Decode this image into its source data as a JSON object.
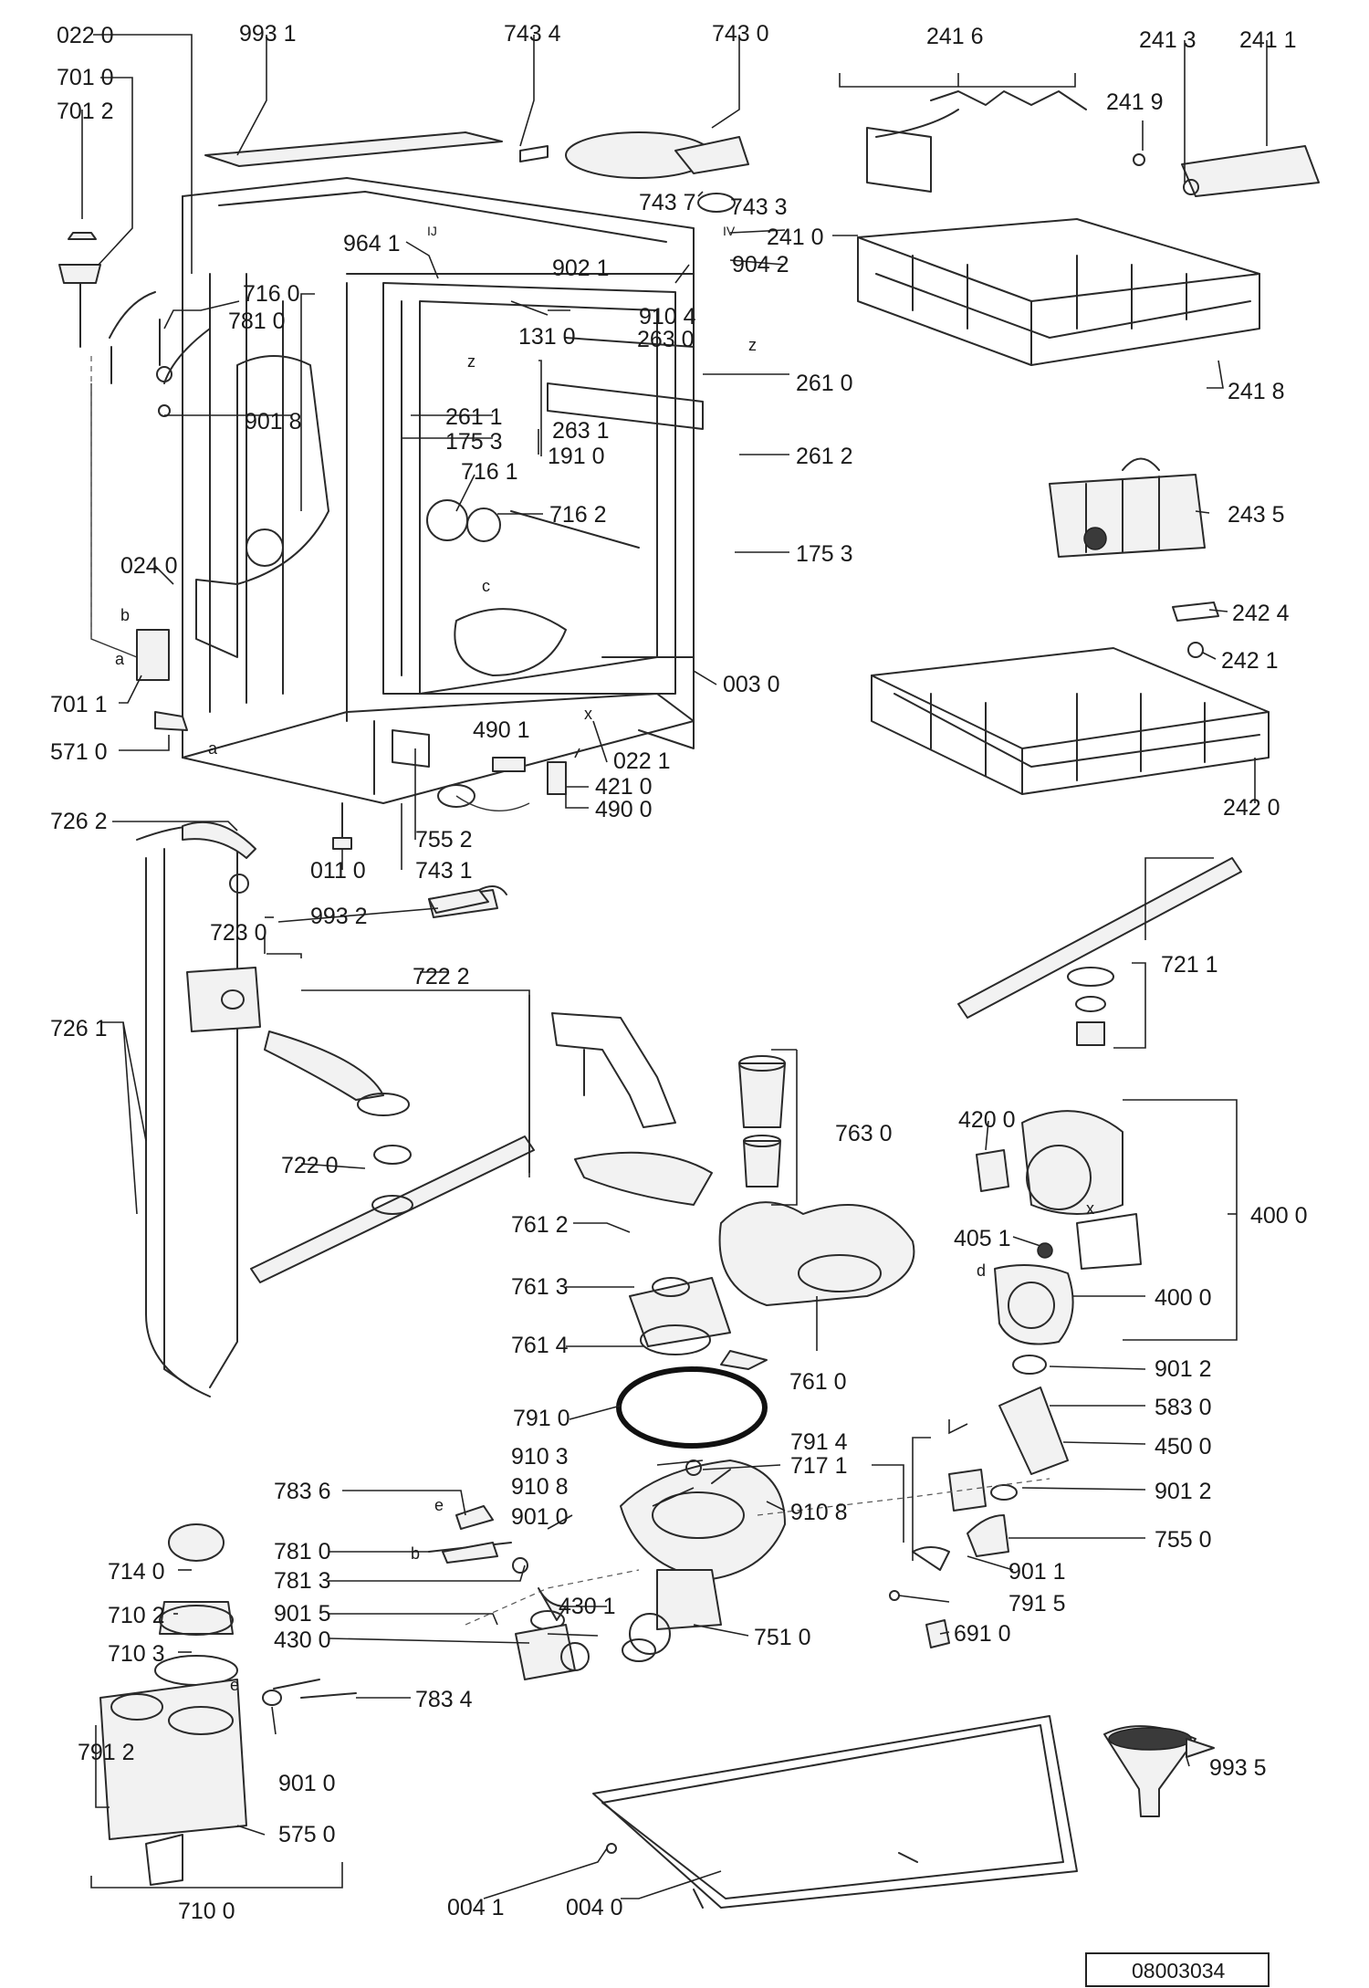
{
  "document_number": "08003034",
  "callouts": [
    "022 0",
    "993 1",
    "743 4",
    "743 0",
    "701 0",
    "701 2",
    "743 7",
    "743 3",
    "964 1",
    "902 1",
    "904 2",
    "716 0",
    "781 0",
    "910 4",
    "131 0",
    "263 0",
    "261 0",
    "901 8",
    "263 1",
    "261 1",
    "191 0",
    "175 3",
    "261 2",
    "716 1",
    "716 2",
    "175 3",
    "024 0",
    "003 0",
    "701 1",
    "571 0",
    "490 1",
    "022 1",
    "421 0",
    "490 0",
    "755 2",
    "726 2",
    "011 0",
    "743 1",
    "723 0",
    "993 2",
    "722 2",
    "726 1",
    "722 0",
    "763 0",
    "761 2",
    "761 3",
    "761 4",
    "761 0",
    "791 0",
    "910 3",
    "717 1",
    "791 4",
    "910 8",
    "910 8",
    "783 6",
    "901 0",
    "781 0",
    "714 0",
    "781 3",
    "430 1",
    "710 2",
    "901 5",
    "430 0",
    "751 0",
    "710 3",
    "783 4",
    "791 2",
    "901 0",
    "575 0",
    "710 0",
    "004 1",
    "004 0",
    "241 6",
    "241 3",
    "241 1",
    "241 9",
    "241 0",
    "241 8",
    "243 5",
    "242 4",
    "242 1",
    "242 0",
    "721 1",
    "420 0",
    "400 0",
    "405 1",
    "400 0",
    "901 2",
    "583 0",
    "450 0",
    "901 2",
    "755 0",
    "901 1",
    "791 5",
    "691 0",
    "993 5"
  ],
  "letter_marks": [
    "z",
    "z",
    "b",
    "a",
    "a",
    "x",
    "c",
    "d",
    "x",
    "e",
    "b",
    "e",
    "IJ",
    "IV"
  ]
}
